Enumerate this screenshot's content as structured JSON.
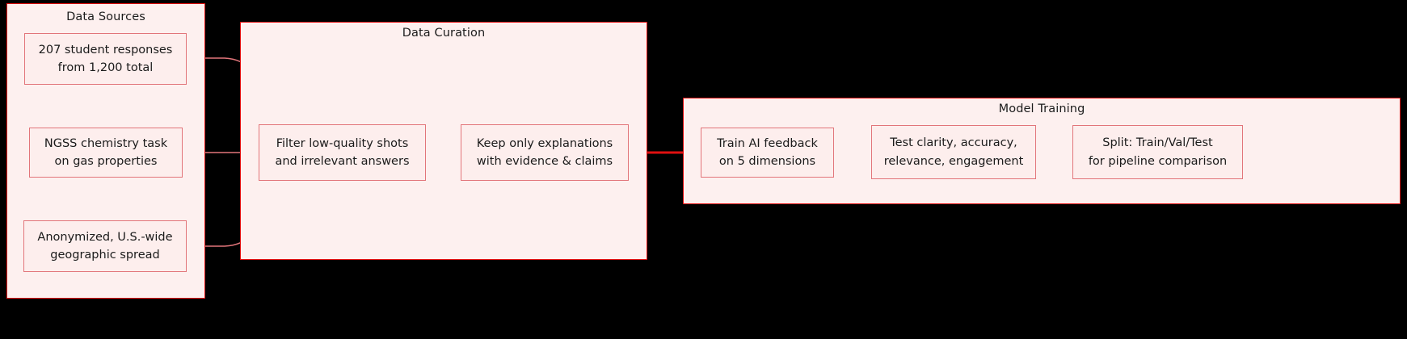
{
  "diagram": {
    "title": "Data pipeline flowchart",
    "background": "#000000",
    "accent_border": "#e01010",
    "node_border": "#e2757a",
    "node_fill": "#fdeeed",
    "cluster_fill": "#fdf0ef",
    "clusters": [
      {
        "id": "data-sources",
        "label": "Data Sources",
        "nodes": [
          {
            "id": "student-responses",
            "label": "207 student responses\nfrom 1,200 total"
          },
          {
            "id": "ngss-task",
            "label": "NGSS chemistry task\non gas properties"
          },
          {
            "id": "anonymized-spread",
            "label": "Anonymized, U.S.-wide\ngeographic spread"
          }
        ]
      },
      {
        "id": "data-curation",
        "label": "Data Curation",
        "nodes": [
          {
            "id": "filter-low-quality",
            "label": "Filter low-quality shots\nand irrelevant answers"
          },
          {
            "id": "keep-explanations",
            "label": "Keep only explanations\nwith evidence & claims"
          }
        ]
      },
      {
        "id": "model-training",
        "label": "Model Training",
        "nodes": [
          {
            "id": "train-ai-feedback",
            "label": "Train AI feedback\non 5 dimensions"
          },
          {
            "id": "test-dimensions",
            "label": "Test clarity, accuracy,\nrelevance, engagement"
          },
          {
            "id": "split-datasets",
            "label": "Split: Train/Val/Test\nfor pipeline comparison"
          }
        ]
      }
    ],
    "edges": [
      {
        "from": "student-responses",
        "to": "filter-low-quality",
        "style": "curved"
      },
      {
        "from": "ngss-task",
        "to": "filter-low-quality",
        "style": "straight"
      },
      {
        "from": "anonymized-spread",
        "to": "filter-low-quality",
        "style": "curved"
      },
      {
        "from": "filter-low-quality",
        "to": "keep-explanations",
        "style": "straight"
      },
      {
        "from": "keep-explanations",
        "to": "train-ai-feedback",
        "style": "straight-thick"
      },
      {
        "from": "train-ai-feedback",
        "to": "test-dimensions",
        "style": "straight"
      },
      {
        "from": "test-dimensions",
        "to": "split-datasets",
        "style": "straight"
      }
    ]
  }
}
